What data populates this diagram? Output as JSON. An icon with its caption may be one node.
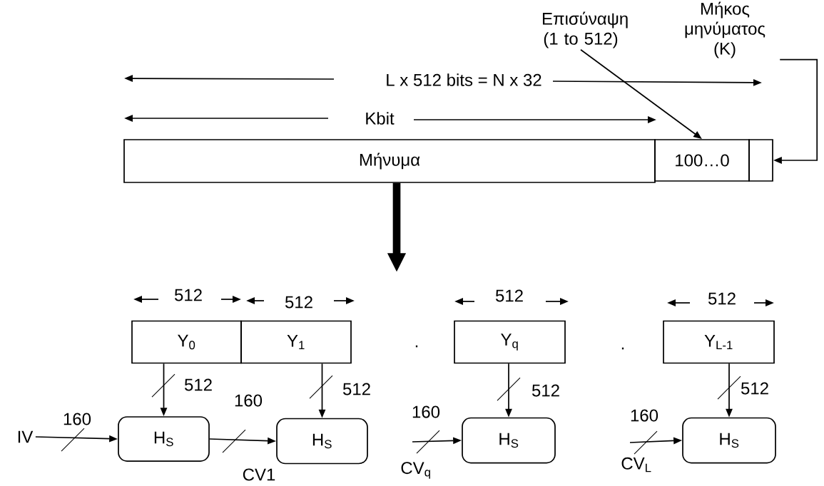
{
  "diagram": {
    "nodes": [
      {
        "text": [
          "Μήνυμα"
        ]
      },
      {
        "text": [
          "100…0"
        ]
      },
      {
        "text": [],
        "shape": "box"
      },
      {
        "text": [
          "Επισύναψη (1 to 512)"
        ]
      },
      {
        "text": [
          "Μήκος μηνύματος (K)"
        ]
      },
      {
        "text": [
          "Y$_{0}$"
        ]
      },
      {
        "text": [
          "Y$_{1}$"
        ]
      },
      {
        "text": [
          "Y$_{q}$"
        ]
      },
      {
        "text": [
          "Y$_{L-1}$"
        ]
      },
      {
        "text": [
          "H$_{S}$"
        ]
      },
      {
        "text": [
          "H$_{S}$"
        ]
      },
      {
        "text": [
          "H$_{S}$"
        ]
      },
      {
        "text": [
          "H$_{S}$"
        ]
      },
      {
        "text": [
          "IV"
        ]
      }
    ],
    "edges": [
      {
        "from": 3,
        "to": 1,
        "arrow": "to"
      },
      {
        "from": 4,
        "to": 2,
        "arrow": "to"
      },
      {
        "from": 0,
        "to": null,
        "arrow": "to",
        "style": "thick"
      },
      {
        "from": 5,
        "to": 9,
        "arrow": "to",
        "label": "512"
      },
      {
        "from": 6,
        "to": 10,
        "arrow": "to",
        "label": "512"
      },
      {
        "from": 7,
        "to": 11,
        "arrow": "to",
        "label": "512"
      },
      {
        "from": 8,
        "to": 12,
        "arrow": "to",
        "label": "512"
      },
      {
        "from": 13,
        "to": 9,
        "arrow": "to",
        "label": "160"
      },
      {
        "from": 9,
        "to": 10,
        "arrow": "to",
        "label": "160"
      },
      {
        "from": null,
        "to": 11,
        "arrow": "to",
        "label": "160"
      },
      {
        "from": null,
        "to": 12,
        "arrow": "to",
        "label": "160"
      }
    ],
    "labels": [
      "L x 512 bits = N x 32",
      "Kbit",
      "512",
      "512",
      "512",
      "512",
      ".",
      ".",
      "CV1",
      "CV$_{q}$",
      "CV$_{L}$"
    ]
  }
}
